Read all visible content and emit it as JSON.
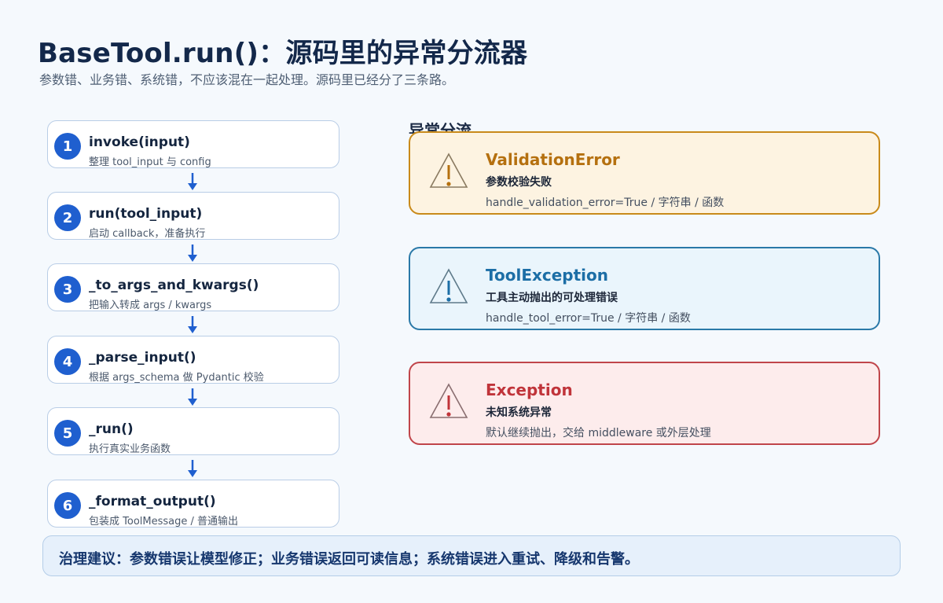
{
  "header": {
    "title": "BaseTool.run()：源码里的异常分流器",
    "subtitle": "参数错、业务错、系统错，不应该混在一起处理。源码里已经分了三条路。"
  },
  "steps": [
    {
      "num": "1",
      "title": "invoke(input)",
      "desc": "整理 tool_input 与 config"
    },
    {
      "num": "2",
      "title": "run(tool_input)",
      "desc": "启动 callback，准备执行"
    },
    {
      "num": "3",
      "title": "_to_args_and_kwargs()",
      "desc": "把输入转成 args / kwargs"
    },
    {
      "num": "4",
      "title": "_parse_input()",
      "desc": "根据 args_schema 做 Pydantic 校验"
    },
    {
      "num": "5",
      "title": "_run()",
      "desc": "执行真实业务函数"
    },
    {
      "num": "6",
      "title": "_format_output()",
      "desc": "包装成 ToolMessage / 普通输出"
    }
  ],
  "branch": {
    "label": "异常分流",
    "cards": [
      {
        "title": "ValidationError",
        "sub": "参数校验失败",
        "desc": "handle_validation_error=True / 字符串 / 函数",
        "color": "#b5700f",
        "bg": "#fdf3e1",
        "border": "#c98a1a"
      },
      {
        "title": "ToolException",
        "sub": "工具主动抛出的可处理错误",
        "desc": "handle_tool_error=True / 字符串 / 函数",
        "color": "#1c6ea6",
        "bg": "#eaf5fc",
        "border": "#2a79a8"
      },
      {
        "title": "Exception",
        "sub": "未知系统异常",
        "desc": "默认继续抛出，交给 middleware 或外层处理",
        "color": "#c0343a",
        "bg": "#fdecec",
        "border": "#c0454a"
      }
    ]
  },
  "footer": {
    "text": "治理建议：参数错误让模型修正；业务错误返回可读信息；系统错误进入重试、降级和告警。"
  },
  "colors": {
    "accent": "#1f5fcf",
    "title": "#13284a",
    "background": "#f5f9fd"
  }
}
